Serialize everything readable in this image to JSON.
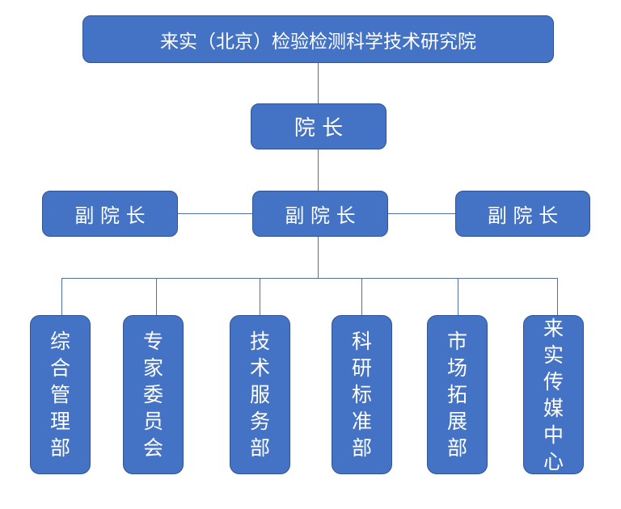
{
  "org": {
    "root": {
      "label": "来实（北京）检验检测科学技术研究院"
    },
    "president": {
      "label": "院 长"
    },
    "vice_presidents": [
      {
        "label": "副 院 长"
      },
      {
        "label": "副 院 长"
      },
      {
        "label": "副 院 长"
      }
    ],
    "departments": [
      {
        "label": "综合管理部"
      },
      {
        "label": "专家委员会"
      },
      {
        "label": "技术服务部"
      },
      {
        "label": "科研标准部"
      },
      {
        "label": "市场拓展部"
      },
      {
        "label": "来实传媒中心"
      }
    ],
    "colors": {
      "box_fill": "#4472C4",
      "box_border": "#2F5597",
      "connector": "#51719C",
      "text_color": "#FFFFFF",
      "background": "#FFFFFF"
    }
  }
}
